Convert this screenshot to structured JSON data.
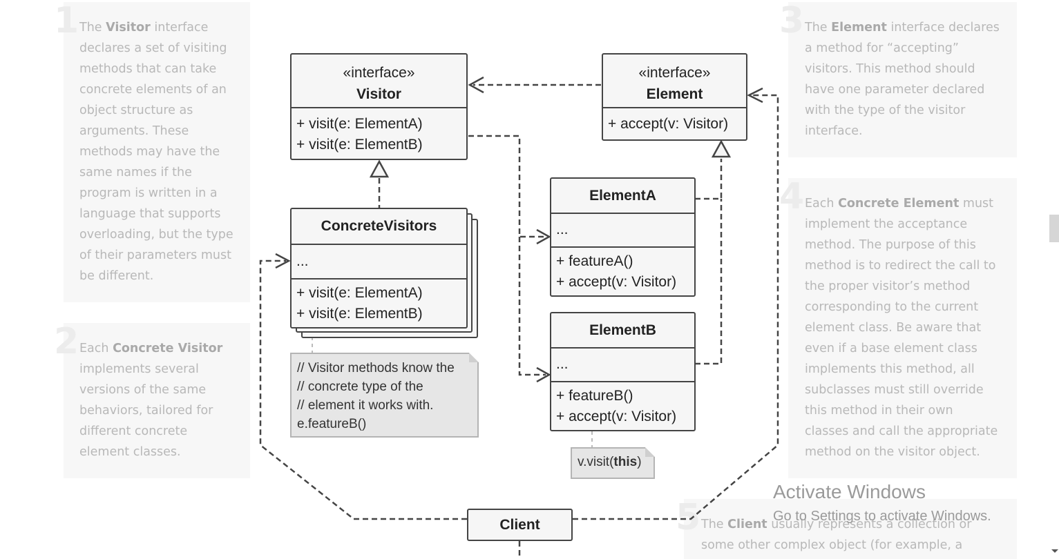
{
  "notes": [
    {
      "number": "1",
      "lines": [
        "The <b>Visitor</b> interface",
        "declares a set of visiting",
        "methods that can take",
        "concrete elements of an",
        "object structure as",
        "arguments. These",
        "methods may have the",
        "same names if the",
        "program is written in a",
        "language that supports",
        "overloading, but the type",
        "of their parameters must",
        "be different."
      ]
    },
    {
      "number": "2",
      "lines": [
        "Each <b>Concrete Visitor</b>",
        "implements several",
        "versions of the same",
        "behaviors, tailored for",
        "different concrete",
        "element classes."
      ]
    },
    {
      "number": "3",
      "lines": [
        "The <b>Element</b> interface declares",
        "a method for “accepting”",
        "visitors. This method should",
        "have one parameter declared",
        "with the type of the visitor",
        "interface."
      ]
    },
    {
      "number": "4",
      "lines": [
        "Each <b>Concrete Element</b> must",
        "implement the acceptance",
        "method. The purpose of this",
        "method is to redirect the call to",
        "the proper visitor’s method",
        "corresponding to the current",
        "element class. Be aware that",
        "even if a base element class",
        "implements this method, all",
        "subclasses must still override",
        "this method in their own",
        "classes and call the appropriate",
        "method on the visitor object."
      ]
    },
    {
      "number": "5",
      "lines": [
        "The <b>Client</b> usually represents a collection or",
        "some other complex object (for example, a"
      ]
    }
  ],
  "classes": {
    "visitor": {
      "stereotype": "«interface»",
      "name": "Visitor",
      "methods": [
        "+ visit(e: ElementA)",
        "+ visit(e: ElementB)"
      ]
    },
    "element": {
      "stereotype": "«interface»",
      "name": "Element",
      "methods": [
        "+ accept(v: Visitor)"
      ]
    },
    "concrete_visitors": {
      "name": "ConcreteVisitors",
      "fields": "...",
      "methods": [
        "+ visit(e: ElementA)",
        "+ visit(e: ElementB)"
      ]
    },
    "element_a": {
      "name": "ElementA",
      "fields": "...",
      "methods": [
        "+ featureA()",
        "+ accept(v: Visitor)"
      ]
    },
    "element_b": {
      "name": "ElementB",
      "fields": "...",
      "methods": [
        "+ featureB()",
        "+ accept(v: Visitor)"
      ]
    },
    "client": {
      "name": "Client"
    }
  },
  "memos": {
    "visitor_memo": [
      "// Visitor methods know the",
      "// concrete type of the",
      "// element it works with.",
      "e.featureB()"
    ],
    "element_memo": {
      "prefix": "v.visit(",
      "bold": "this",
      "suffix": ")"
    }
  },
  "watermark": {
    "title": "Activate Windows",
    "subtitle": "Go to Settings to activate Windows."
  }
}
